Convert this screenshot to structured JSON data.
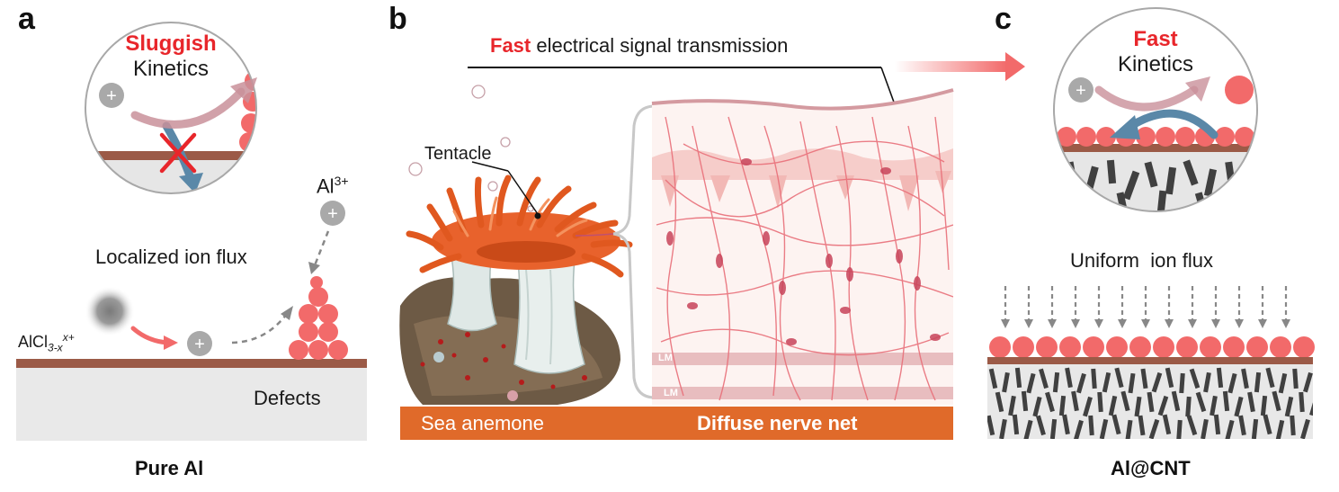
{
  "panel_a": {
    "letter": "a",
    "kinetics_word": "Sluggish",
    "kinetics_label": "Kinetics",
    "flux_label": "Localized ion flux",
    "ion_label": "Al",
    "ion_charge": "3+",
    "electrolyte_prefix": "AlCl",
    "electrolyte_sub": "3-x",
    "electrolyte_sup": "x+",
    "defects_label": "Defects",
    "caption": "Pure Al"
  },
  "panel_b": {
    "letter": "b",
    "headline_word": "Fast",
    "headline_rest": "electrical signal transmission",
    "tentacle_label": "Tentacle",
    "lm_label_1": "LM",
    "lm_label_2": "LM",
    "banner_left": "Sea anemone",
    "banner_right": "Diffuse nerve net"
  },
  "panel_c": {
    "letter": "c",
    "kinetics_word": "Fast",
    "kinetics_label": "Kinetics",
    "flux_label": "Uniform  ion flux",
    "caption": "Al@CNT"
  },
  "colors": {
    "accent_red": "#e8262b",
    "sphere": "#f26a6a",
    "substrate_line": "#9b5a47",
    "banner": "#e06a2a",
    "arrow_blue": "#5a88a8",
    "arrow_pink": "#c9909a",
    "cnt_dark": "#404040"
  }
}
